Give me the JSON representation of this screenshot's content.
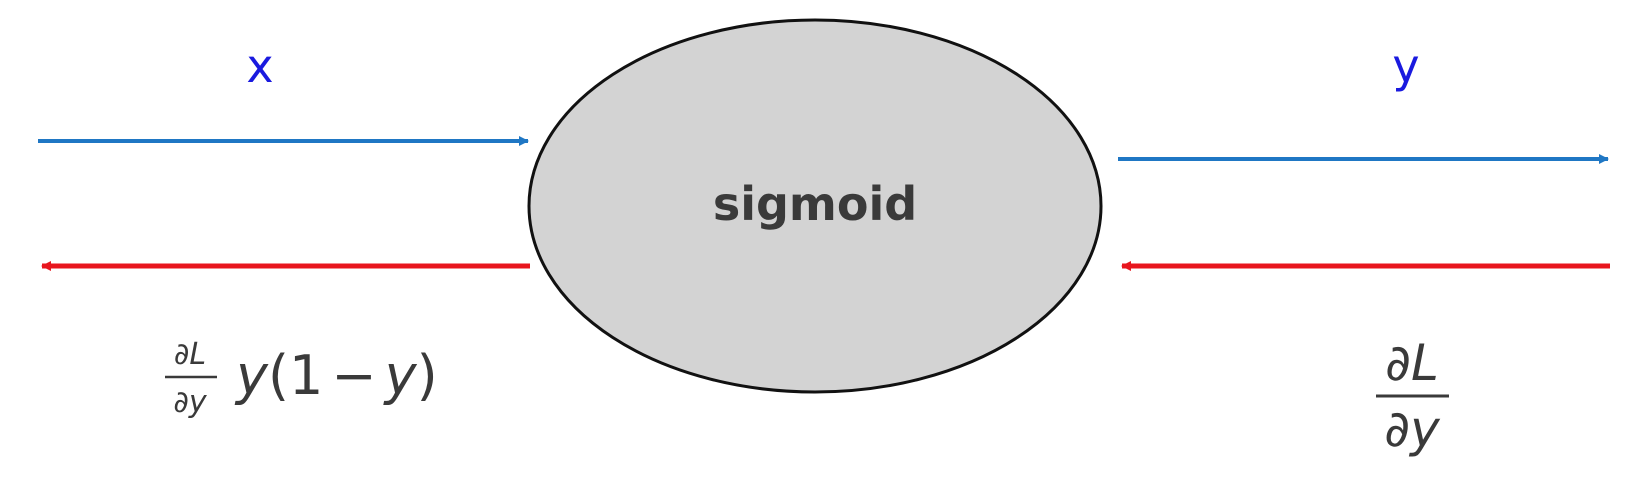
{
  "node": {
    "label": "sigmoid"
  },
  "forward": {
    "input_label": "x",
    "output_label": "y"
  },
  "backward": {
    "upstream_grad": {
      "numerator": "∂L",
      "denominator": "∂y"
    },
    "local_grad": {
      "numerator": "∂L",
      "denominator": "∂y",
      "factor_y": "y",
      "open_paren": "(",
      "one": "1",
      "minus": "−",
      "inner_y": "y",
      "close_paren": ")"
    }
  },
  "colors": {
    "forward_arrow": "#1f77c4",
    "backward_arrow": "#e8161e",
    "forward_label": "#1a1adf",
    "node_fill": "#d3d3d3",
    "node_stroke": "#111111",
    "node_text": "#3a3a3a",
    "math_text": "#3a3a3a"
  }
}
